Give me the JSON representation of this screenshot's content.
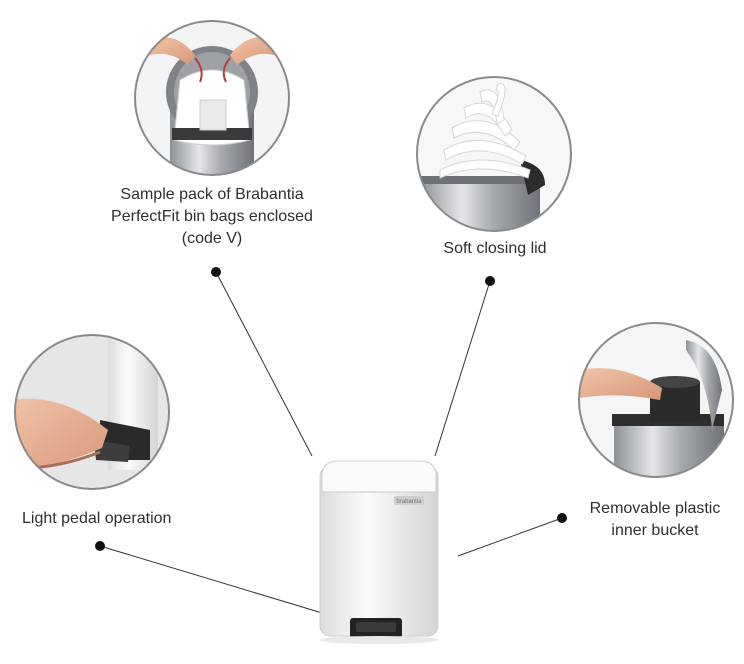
{
  "features": {
    "bin_bags": {
      "line1": "Sample pack of Brabantia",
      "line2": "PerfectFit bin bags enclosed",
      "line3": "(code V)"
    },
    "soft_lid": {
      "line1": "Soft closing lid"
    },
    "pedal": {
      "line1": "Light pedal operation"
    },
    "inner_bucket": {
      "line1": "Removable plastic",
      "line2": "inner bucket"
    }
  },
  "brand_badge": "brabantia",
  "colors": {
    "line": "#333333",
    "dot": "#111111",
    "circle_border": "#8a8a8a",
    "bin_body": "#f2f2f2",
    "steel": "#b9bcbf"
  }
}
